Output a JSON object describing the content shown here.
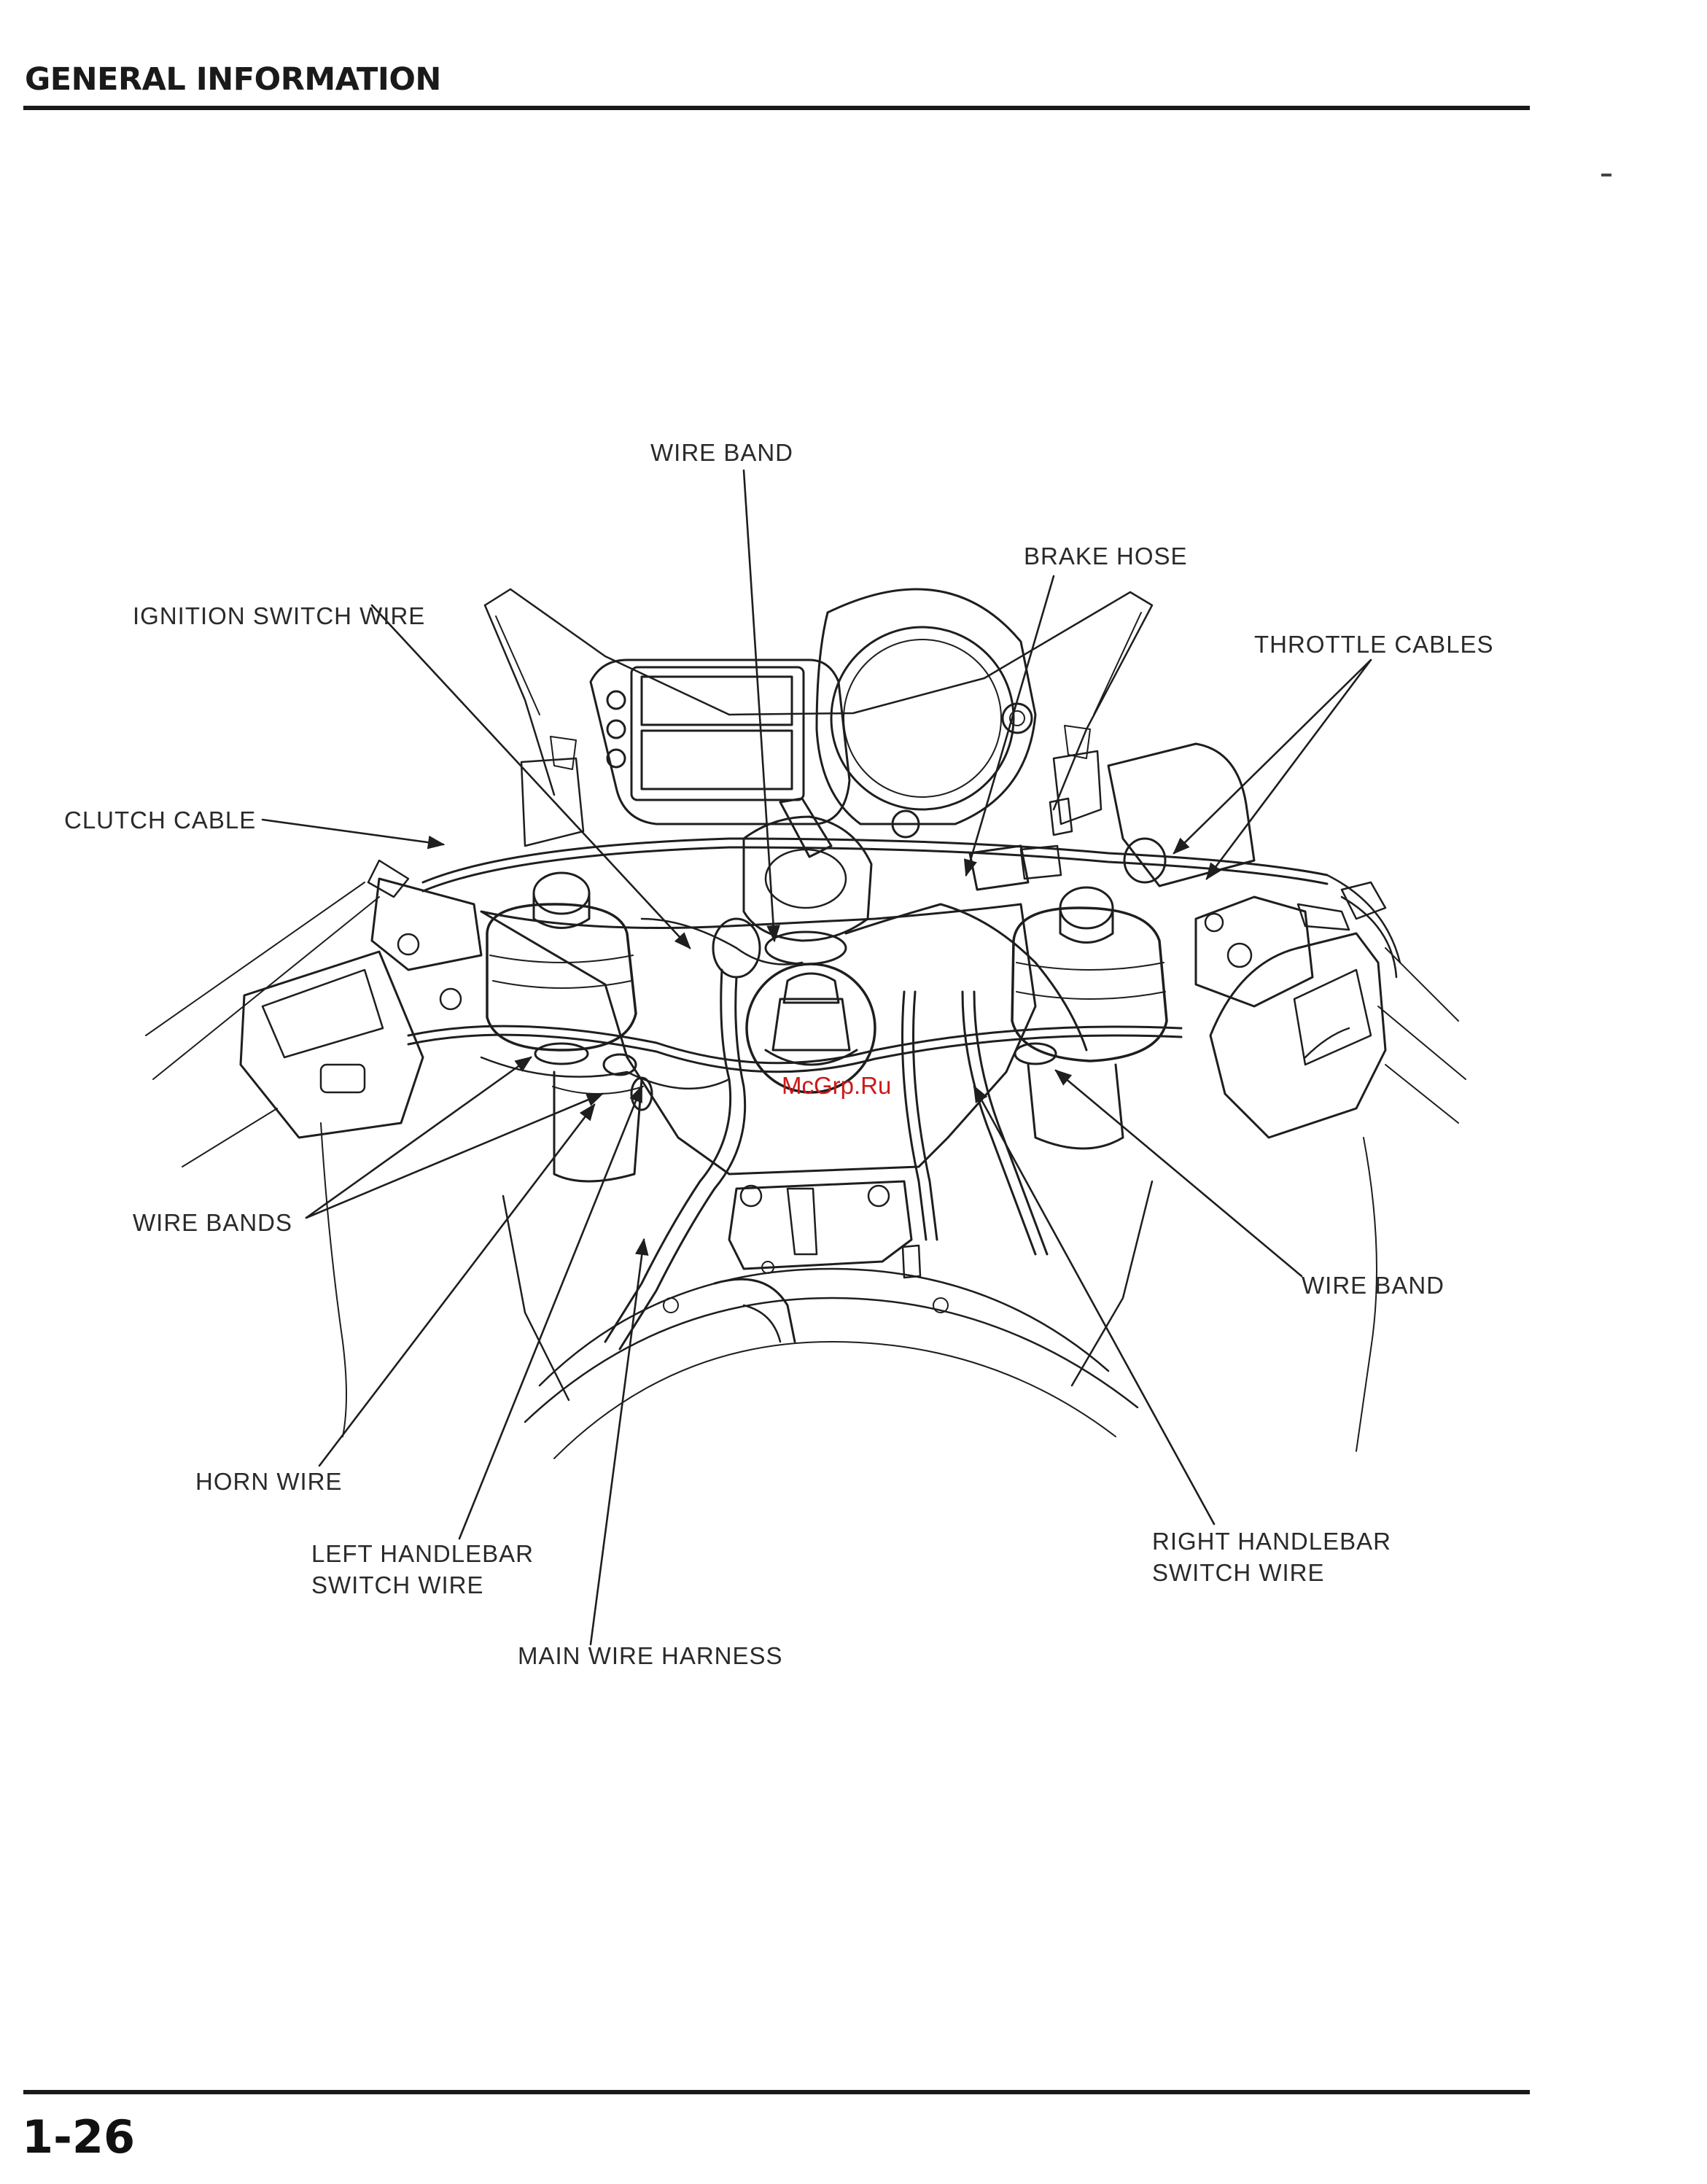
{
  "header": {
    "title": "GENERAL INFORMATION"
  },
  "footer": {
    "page_number": "1-26"
  },
  "watermark": "McGrp.Ru",
  "labels": {
    "wire_band_top": "WIRE BAND",
    "brake_hose": "BRAKE HOSE",
    "ignition_switch_wire": "IGNITION SWITCH WIRE",
    "throttle_cables": "THROTTLE CABLES",
    "clutch_cable": "CLUTCH CABLE",
    "wire_bands": "WIRE BANDS",
    "wire_band_right": "WIRE BAND",
    "horn_wire": "HORN WIRE",
    "left_handlebar_switch_wire_1": "LEFT HANDLEBAR",
    "left_handlebar_switch_wire_2": "SWITCH WIRE",
    "right_handlebar_switch_wire_1": "RIGHT HANDLEBAR",
    "right_handlebar_switch_wire_2": "SWITCH WIRE",
    "main_wire_harness": "MAIN WIRE HARNESS"
  },
  "colors": {
    "ink": "#1e1e1e",
    "watermark": "#cc1a1a"
  }
}
